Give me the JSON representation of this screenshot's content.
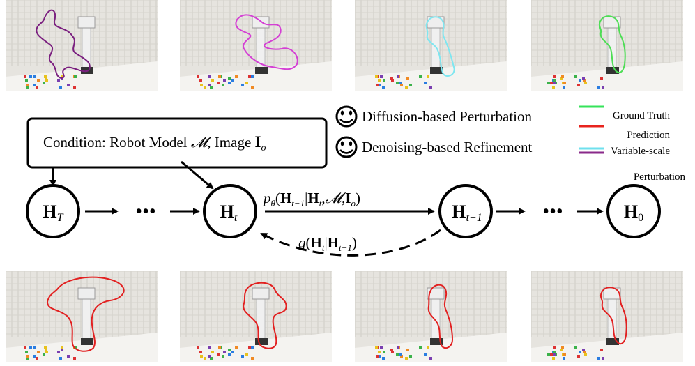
{
  "condition": {
    "prefix": "Condition: Robot Model ",
    "model_symbol": "𝓜",
    "image_word": ", Image ",
    "image_symbol": "I",
    "image_sub": "o"
  },
  "legend_smileys": [
    {
      "label": "Diffusion-based Perturbation"
    },
    {
      "label": "Denoising-based Refinement"
    }
  ],
  "legend_lines": [
    {
      "label": "Ground Truth",
      "color": "#35e35a"
    },
    {
      "label": "Prediction",
      "color": "#e8241e"
    },
    {
      "label_1": "Variable-scale",
      "label_2": "Perturbation",
      "color_a": "#6fe0ee",
      "color_b": "#8a2a8a"
    }
  ],
  "nodes": [
    {
      "sym": "H",
      "sub": "T"
    },
    {
      "sym": "H",
      "sub": "t"
    },
    {
      "sym": "H",
      "sub": "t−1"
    },
    {
      "sym": "H",
      "sub": "0"
    }
  ],
  "ellipsis": "•••",
  "forward_label": {
    "p": "p",
    "theta": "θ",
    "open": "(",
    "h1": "H",
    "h1_sub": "t−1",
    "bar": "|",
    "h2": "H",
    "h2_sub": "t",
    "comma1": ",",
    "m": "𝓜",
    "comma2": ",",
    "i": "I",
    "i_sub": "o",
    "close": ")"
  },
  "reverse_label": {
    "q": "q",
    "open": "(",
    "h1": "H",
    "h1_sub": "t",
    "bar": "|",
    "h2": "H",
    "h2_sub": "t−1",
    "close": ")"
  },
  "photo_colors": {
    "top": [
      "#7a1f7f",
      "#d43fd4",
      "#7fe6f0",
      "#4ddd55"
    ],
    "bottom": "#e22020"
  }
}
